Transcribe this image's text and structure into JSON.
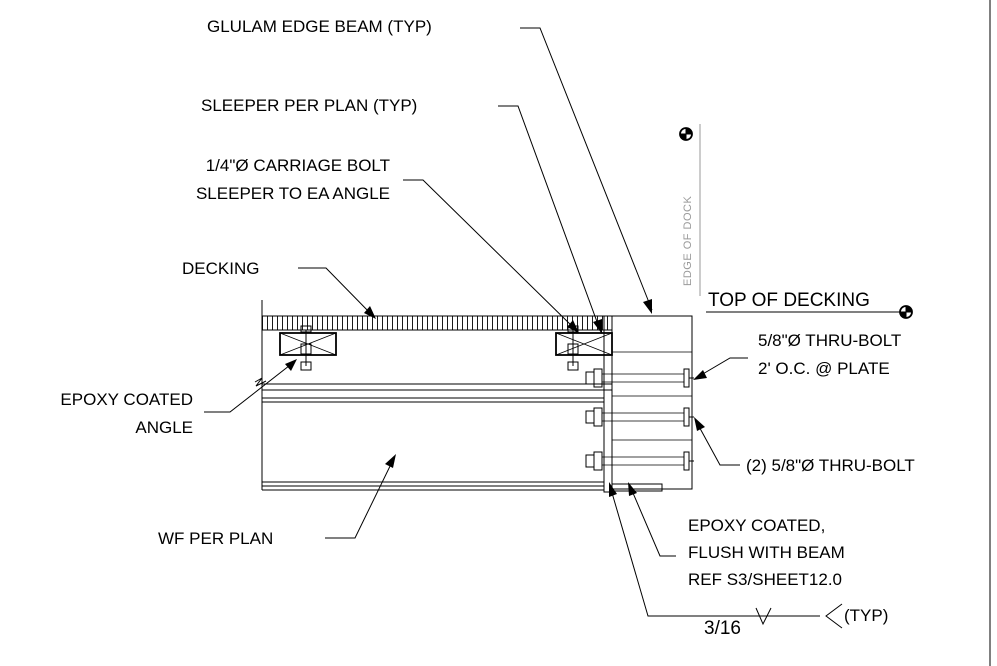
{
  "labels": {
    "glulam": "GLULAM EDGE BEAM (TYP)",
    "sleeper": "SLEEPER PER PLAN (TYP)",
    "bolt_line1": "1/4\"Ø CARRIAGE BOLT",
    "bolt_line2": "SLEEPER TO EA ANGLE",
    "decking": "DECKING",
    "edge_of_dock": "EDGE OF DOCK",
    "top_of_decking": "TOP OF DECKING",
    "thru_bolt_line1": "5/8\"Ø THRU-BOLT",
    "thru_bolt_line2": "2' O.C. @ PLATE",
    "epoxy_angle_line1": "EPOXY COATED",
    "epoxy_angle_line2": "ANGLE",
    "thru_bolt_pair": "(2) 5/8\"Ø THRU-BOLT",
    "wf": "WF PER PLAN",
    "epoxy_plate_line1": "EPOXY COATED,",
    "epoxy_plate_line2": "FLUSH WITH BEAM",
    "epoxy_plate_line3": "REF S3/SHEET12.0",
    "weld_size": "3/16",
    "weld_note": "(TYP)"
  }
}
